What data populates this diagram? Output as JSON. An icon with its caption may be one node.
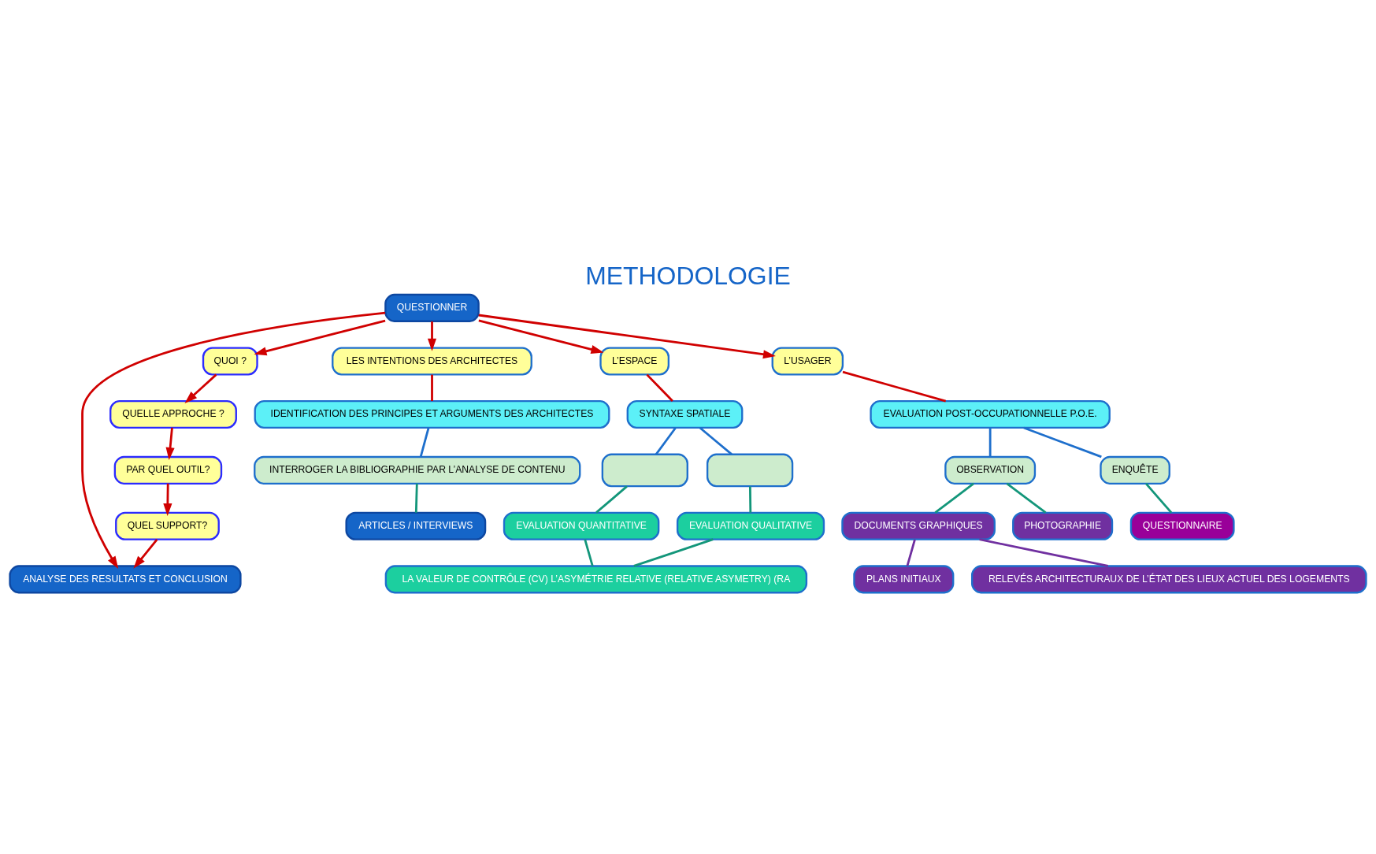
{
  "diagram": {
    "title": "METHODOLOGIE",
    "nodes": [
      {
        "text": [
          "QUESTIONNER"
        ]
      },
      {
        "text": [
          "QUOI ?"
        ]
      },
      {
        "text": [
          "LES INTENTIONS DES ARCHITECTES"
        ]
      },
      {
        "text": [
          "L’ESPACE"
        ]
      },
      {
        "text": [
          "L’USAGER"
        ]
      },
      {
        "text": [
          "QUELLE APPROCHE ?"
        ]
      },
      {
        "text": [
          "IDENTIFICATION DES PRINCIPES ET ARGUMENTS DES ARCHITECTES"
        ]
      },
      {
        "text": [
          "SYNTAXE SPATIALE"
        ]
      },
      {
        "text": [
          "EVALUATION POST-OCCUPATIONNELLE P.O.E."
        ]
      },
      {
        "text": [
          "PAR QUEL OUTIL?"
        ]
      },
      {
        "text": [
          "INTERROGER LA BIBLIOGRAPHIE PAR L’ANALYSE DE CONTENU"
        ]
      },
      {
        "text": [],
        "shape": "box"
      },
      {
        "text": [],
        "shape": "box"
      },
      {
        "text": [
          "OBSERVATION"
        ]
      },
      {
        "text": [
          "ENQUÊTE"
        ]
      },
      {
        "text": [
          "QUEL SUPPORT?"
        ]
      },
      {
        "text": [
          "ARTICLES / INTERVIEWS"
        ]
      },
      {
        "text": [
          "EVALUATION QUANTITATIVE"
        ]
      },
      {
        "text": [
          "EVALUATION QUALITATIVE"
        ]
      },
      {
        "text": [
          "DOCUMENTS GRAPHIQUES"
        ]
      },
      {
        "text": [
          "PHOTOGRAPHIE"
        ]
      },
      {
        "text": [
          "QUESTIONNAIRE"
        ]
      },
      {
        "text": [
          "LA VALEUR DE CONTRÔLE (CV) L’ASYMÉTRIE RELATIVE (RELATIVE ASYMETRY) (RA"
        ]
      },
      {
        "text": [
          "PLANS INITIAUX"
        ]
      },
      {
        "text": [
          "RELEVÉS ARCHITECTURAUX DE L’ÉTAT DES LIEUX ACTUEL DES LOGEMENTS"
        ]
      },
      {
        "text": [
          "ANALYSE DES RESULTATS ET CONCLUSION"
        ]
      }
    ],
    "edges": [
      {
        "from": 0,
        "to": 1,
        "arrow": "to"
      },
      {
        "from": 0,
        "to": 2,
        "arrow": "to"
      },
      {
        "from": 0,
        "to": 3,
        "arrow": "to"
      },
      {
        "from": 0,
        "to": 4,
        "arrow": "to"
      },
      {
        "from": 0,
        "to": 25,
        "arrow": "to"
      },
      {
        "from": 1,
        "to": 5,
        "arrow": "to"
      },
      {
        "from": 5,
        "to": 9,
        "arrow": "to"
      },
      {
        "from": 9,
        "to": 15,
        "arrow": "to"
      },
      {
        "from": 15,
        "to": 25,
        "arrow": "to"
      },
      {
        "from": 2,
        "to": 6,
        "arrow": "none"
      },
      {
        "from": 3,
        "to": 7,
        "arrow": "none"
      },
      {
        "from": 4,
        "to": 8,
        "arrow": "none"
      },
      {
        "from": 6,
        "to": 10,
        "arrow": "none",
        "color": "#1e6fcc"
      },
      {
        "from": 7,
        "to": 11,
        "arrow": "none",
        "color": "#1e6fcc"
      },
      {
        "from": 7,
        "to": 12,
        "arrow": "none",
        "color": "#1e6fcc"
      },
      {
        "from": 8,
        "to": 13,
        "arrow": "none",
        "color": "#1e6fcc"
      },
      {
        "from": 8,
        "to": 14,
        "arrow": "none",
        "color": "#1e6fcc"
      },
      {
        "from": 10,
        "to": 16,
        "arrow": "none",
        "color": "#13967a"
      },
      {
        "from": 11,
        "to": 17,
        "arrow": "none",
        "color": "#13967a"
      },
      {
        "from": 12,
        "to": 18,
        "arrow": "none",
        "color": "#13967a"
      },
      {
        "from": 13,
        "to": 19,
        "arrow": "none",
        "color": "#13967a"
      },
      {
        "from": 13,
        "to": 20,
        "arrow": "none",
        "color": "#13967a"
      },
      {
        "from": 14,
        "to": 21,
        "arrow": "none",
        "color": "#13967a"
      },
      {
        "from": 17,
        "to": 22,
        "arrow": "none",
        "color": "#13967a"
      },
      {
        "from": 18,
        "to": 22,
        "arrow": "none",
        "color": "#13967a"
      },
      {
        "from": 19,
        "to": 23,
        "arrow": "none",
        "color": "#7030a0"
      },
      {
        "from": 19,
        "to": 24,
        "arrow": "none",
        "color": "#7030a0"
      }
    ]
  }
}
